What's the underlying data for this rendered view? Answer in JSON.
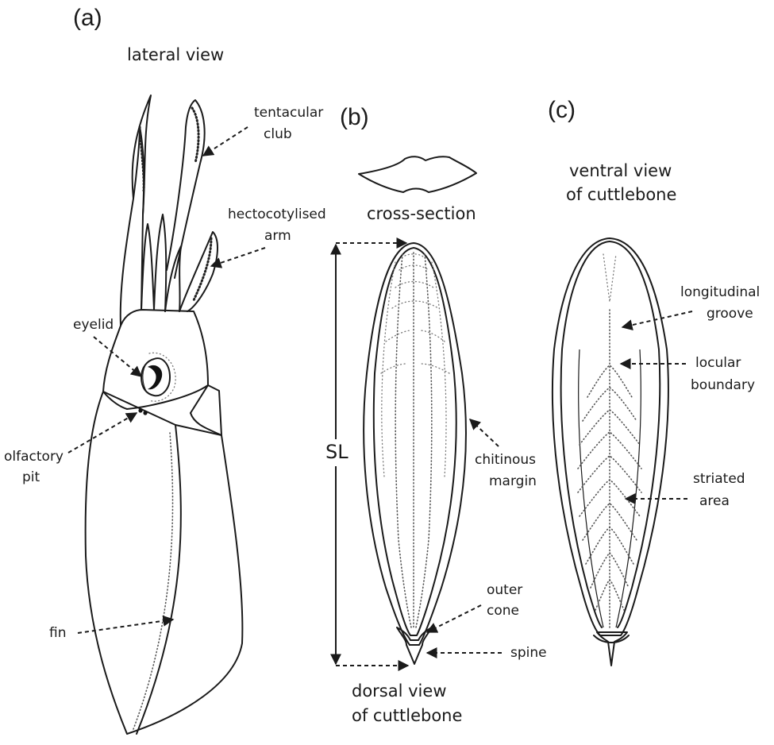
{
  "panels": {
    "a": {
      "letter": "(a)",
      "title": "lateral view"
    },
    "b": {
      "letter": "(b)",
      "cross_section": "cross-section",
      "caption_line1": "dorsal view",
      "caption_line2": "of cuttlebone",
      "measure": "SL"
    },
    "c": {
      "letter": "(c)",
      "caption_line1": "ventral view",
      "caption_line2": "of cuttlebone"
    }
  },
  "labels": {
    "tentacular_club": [
      "tentacular",
      "club"
    ],
    "hectocotylised_arm": [
      "hectocotylised",
      "arm"
    ],
    "eyelid": "eyelid",
    "olfactory_pit": [
      "olfactory",
      "pit"
    ],
    "fin": "fin",
    "chitinous_margin": [
      "chitinous",
      "margin"
    ],
    "outer_cone": [
      "outer",
      "cone"
    ],
    "spine": "spine",
    "longitudinal_groove": [
      "longitudinal",
      "groove"
    ],
    "locular_boundary": [
      "locular",
      "boundary"
    ],
    "striated_area": [
      "striated",
      "area"
    ]
  }
}
